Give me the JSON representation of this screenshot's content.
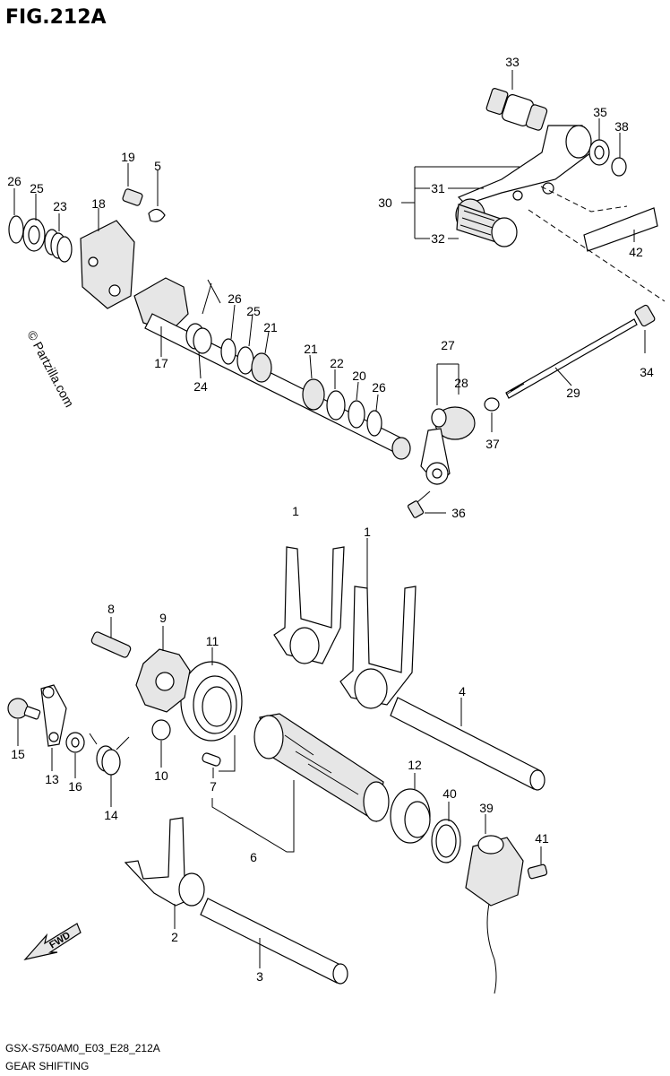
{
  "figure": {
    "title": "FIG.212A",
    "code": "GSX-S750AM0_E03_E28_212A",
    "caption": "GEAR SHIFTING",
    "watermark": "© Partzilla.com",
    "fwd_label": "FWD"
  },
  "callouts": [
    {
      "id": "c33",
      "label": "33"
    },
    {
      "id": "c35",
      "label": "35"
    },
    {
      "id": "c38",
      "label": "38"
    },
    {
      "id": "c30",
      "label": "30"
    },
    {
      "id": "c31",
      "label": "31"
    },
    {
      "id": "c32",
      "label": "32"
    },
    {
      "id": "c42",
      "label": "42"
    },
    {
      "id": "c19",
      "label": "19"
    },
    {
      "id": "c5",
      "label": "5"
    },
    {
      "id": "c26a",
      "label": "26"
    },
    {
      "id": "c25a",
      "label": "25"
    },
    {
      "id": "c23",
      "label": "23"
    },
    {
      "id": "c18",
      "label": "18"
    },
    {
      "id": "c26b",
      "label": "26"
    },
    {
      "id": "c25b",
      "label": "25"
    },
    {
      "id": "c21a",
      "label": "21"
    },
    {
      "id": "c17",
      "label": "17"
    },
    {
      "id": "c24",
      "label": "24"
    },
    {
      "id": "c21b",
      "label": "21"
    },
    {
      "id": "c22",
      "label": "22"
    },
    {
      "id": "c20",
      "label": "20"
    },
    {
      "id": "c26c",
      "label": "26"
    },
    {
      "id": "c27",
      "label": "27"
    },
    {
      "id": "c28",
      "label": "28"
    },
    {
      "id": "c34",
      "label": "34"
    },
    {
      "id": "c29",
      "label": "29"
    },
    {
      "id": "c37",
      "label": "37"
    },
    {
      "id": "c36",
      "label": "36"
    },
    {
      "id": "c1a",
      "label": "1"
    },
    {
      "id": "c1b",
      "label": "1"
    },
    {
      "id": "c8",
      "label": "8"
    },
    {
      "id": "c9",
      "label": "9"
    },
    {
      "id": "c11",
      "label": "11"
    },
    {
      "id": "c4",
      "label": "4"
    },
    {
      "id": "c15",
      "label": "15"
    },
    {
      "id": "c13",
      "label": "13"
    },
    {
      "id": "c16",
      "label": "16"
    },
    {
      "id": "c14",
      "label": "14"
    },
    {
      "id": "c10",
      "label": "10"
    },
    {
      "id": "c7",
      "label": "7"
    },
    {
      "id": "c12",
      "label": "12"
    },
    {
      "id": "c40",
      "label": "40"
    },
    {
      "id": "c39",
      "label": "39"
    },
    {
      "id": "c41",
      "label": "41"
    },
    {
      "id": "c6",
      "label": "6"
    },
    {
      "id": "c2",
      "label": "2"
    },
    {
      "id": "c3",
      "label": "3"
    }
  ]
}
